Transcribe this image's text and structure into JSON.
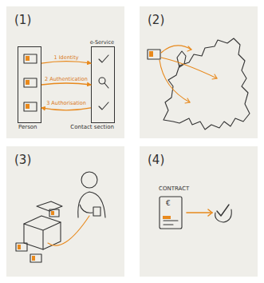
{
  "diagram": {
    "nodes": [
      {
        "text": [
          "(1)"
        ]
      },
      {
        "text": [
          "(2)"
        ]
      },
      {
        "text": [
          "(3)"
        ]
      },
      {
        "text": [
          "(4)"
        ]
      },
      {
        "text": [
          "Person"
        ],
        "in": 0
      },
      {
        "text": [
          "e-Service",
          "Contact section"
        ],
        "in": 0
      }
    ],
    "edges": [
      {
        "from": 4,
        "to": 5,
        "label": "1 Identity",
        "arrow": "to"
      },
      {
        "from": 4,
        "to": 5,
        "label": "2 Authentication",
        "arrow": "to"
      },
      {
        "from": 5,
        "to": 4,
        "label": "3 Authorisation",
        "arrow": "to"
      }
    ],
    "labels": [
      "CONTRACT",
      "€"
    ]
  }
}
